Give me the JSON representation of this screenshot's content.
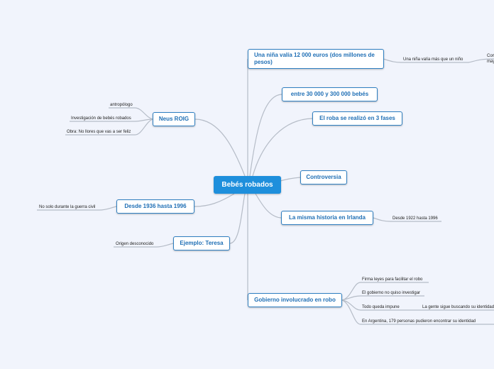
{
  "central": "Bebés robados",
  "branches": {
    "nina": "Una niña valía 12 000 euros (dos millones de pesos)",
    "entre": "entre 30 000 y 300 000 bebés",
    "fases": "El roba se realizó en 3 fases",
    "controversia": "Controversia",
    "irlanda": "La misma historia en Irlanda",
    "gobierno": "Gobierno involucrado en robo",
    "neus": "Neus ROIG",
    "desde": "Desde 1936 hasta 1996",
    "teresa": "Ejemplo: Teresa"
  },
  "leaves": {
    "nina_1": "Una niña valía más que un niño",
    "nina_2a": "Com",
    "nina_2b": "may",
    "irlanda_1": "Desde 1922 hasta 1996",
    "gob_1": "Firma leyes para facilitar el robo",
    "gob_2": "El gobierno no quiso investigar",
    "gob_3": "Todo queda impune",
    "gob_3_1": "La gente sigue buscando su identidad",
    "gob_4": "En Argentina, 179 personas pudieron encontrar su identidad",
    "neus_1": "antropólogo",
    "neus_2": "Investigación de bebés robados",
    "neus_3": "Obra: No llores que vas a ser feliz",
    "desde_1": "No solo durante la guerra civil",
    "teresa_1": "Origen desconocido"
  }
}
